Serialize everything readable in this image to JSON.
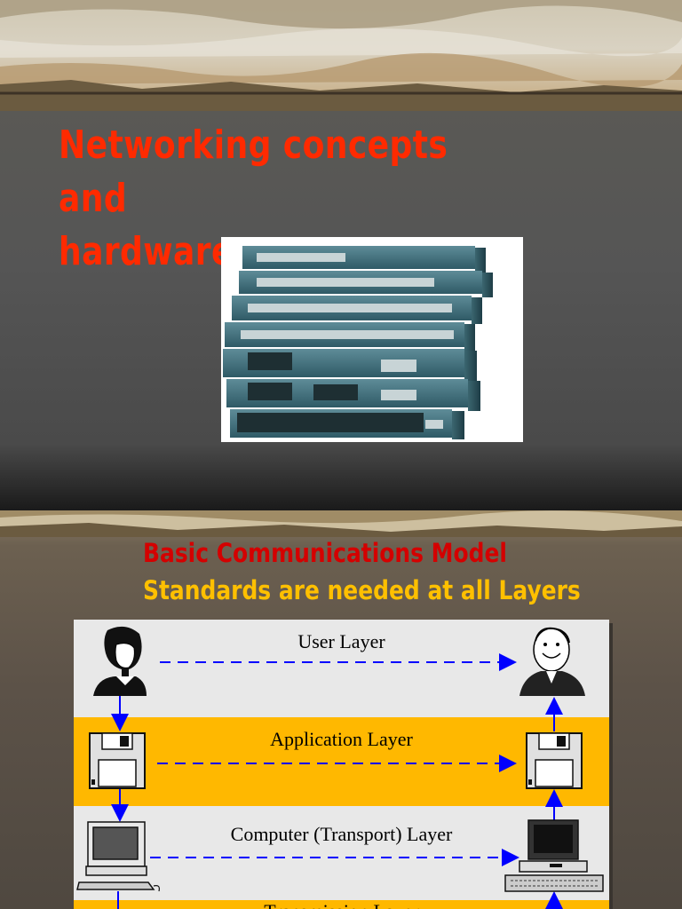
{
  "slide1": {
    "title_line1": "Networking concepts and",
    "title_line2": "hardware",
    "image": "network-switch-stack"
  },
  "slide2": {
    "heading": "Basic Communications Model",
    "subheading": "Standards are needed at all Layers",
    "layers": [
      {
        "label": "User Layer",
        "left_icon": "woman-icon",
        "right_icon": "man-icon"
      },
      {
        "label": "Application Layer",
        "left_icon": "floppy-disk-icon",
        "right_icon": "floppy-disk-icon"
      },
      {
        "label": "Computer (Transport) Layer",
        "left_icon": "desktop-computer-icon",
        "right_icon": "desktop-computer-icon"
      },
      {
        "label": "Transmission Layer"
      }
    ]
  },
  "colors": {
    "title_red": "#ff2a00",
    "heading_red": "#d40000",
    "heading_gold": "#ffc000",
    "band_gold": "#ffb800",
    "arrow_blue": "#0000ff"
  }
}
